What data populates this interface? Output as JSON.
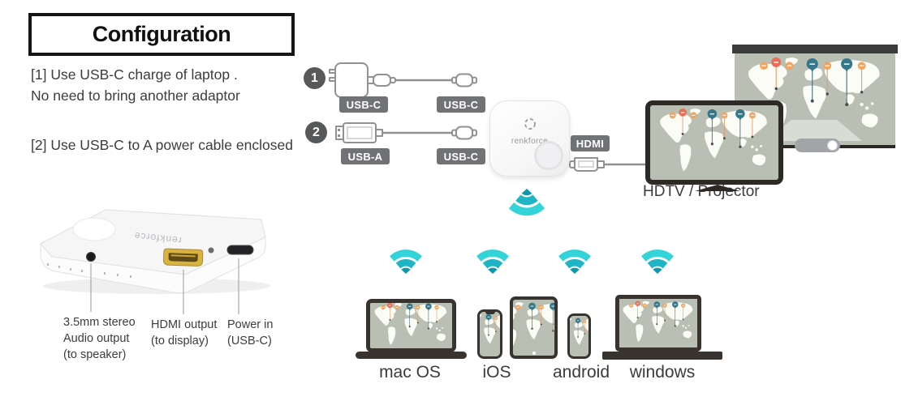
{
  "header": {
    "title": "Configuration"
  },
  "instructions": {
    "item1_line1": "[1] Use USB-C charge of laptop .",
    "item1_line2": "No need to bring another adaptor",
    "item2_line1": "[2] Use USB-C to A power cable enclosed"
  },
  "power_options": [
    {
      "number": "1",
      "connector_left": "USB-C",
      "connector_right": "USB-C"
    },
    {
      "number": "2",
      "connector_left": "USB-A",
      "connector_right": "USB-C"
    }
  ],
  "receiver": {
    "brand": "renkforce",
    "output_label": "HDMI"
  },
  "display": {
    "label": "HDTV / Projector"
  },
  "clients": {
    "macos": "mac OS",
    "ios": "iOS",
    "android": "android",
    "windows": "windows"
  },
  "ports": {
    "audio": [
      "3.5mm stereo",
      "Audio output",
      "(to speaker)"
    ],
    "hdmi": [
      "HDMI output",
      "(to display)"
    ],
    "power": [
      "Power in",
      "(USB-C)"
    ]
  },
  "colors": {
    "wifi_light": "#33d3da",
    "wifi_mid": "#1fb5c5",
    "wifi_dark": "#0f98ad",
    "screen_bg": "#b9c0b3",
    "pin_orange": "#f2a35e",
    "pin_red": "#e96d57",
    "pin_teal": "#35788a",
    "tag_bg": "#717275",
    "bezel": "#2d2925",
    "text": "#3d3d3d"
  }
}
